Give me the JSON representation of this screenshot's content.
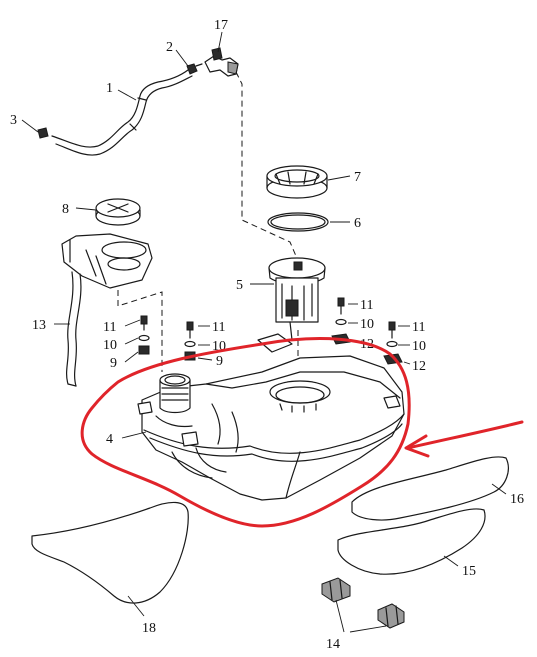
{
  "callouts": {
    "c1": "1",
    "c2": "2",
    "c3": "3",
    "c4": "4",
    "c5": "5",
    "c6": "6",
    "c7": "7",
    "c8": "8",
    "c9a": "9",
    "c9b": "9",
    "c10a": "10",
    "c10b": "10",
    "c10c": "10",
    "c10d": "10",
    "c11a": "11",
    "c11b": "11",
    "c11c": "11",
    "c11d": "11",
    "c12a": "12",
    "c12b": "12",
    "c13": "13",
    "c14": "14",
    "c15": "15",
    "c16": "16",
    "c17": "17",
    "c18": "18"
  },
  "colors": {
    "highlight": "#e0242a",
    "line": "#1a1a1a",
    "background": "#ffffff"
  }
}
